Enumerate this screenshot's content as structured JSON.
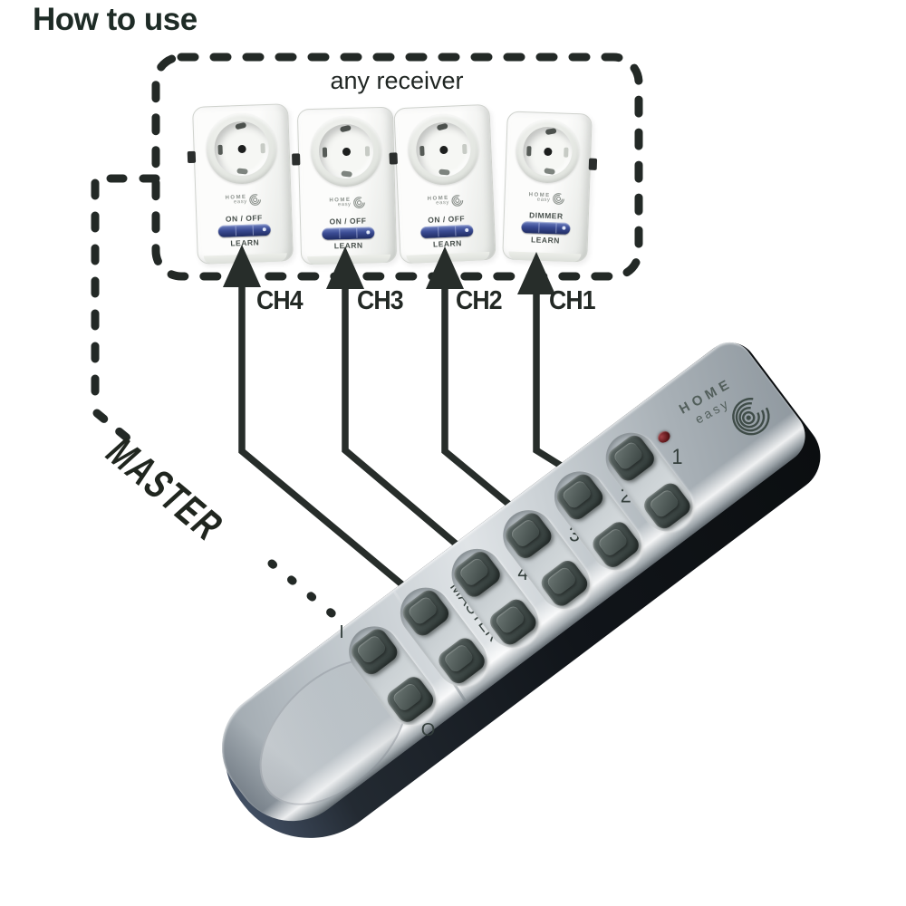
{
  "title": "How to use",
  "brand": {
    "line1": "HOME",
    "line2": "easy"
  },
  "receiver_box": {
    "label": "any receiver"
  },
  "receivers": [
    {
      "id": "ch4",
      "power_label": "ON / OFF",
      "learn_label": "LEARN"
    },
    {
      "id": "ch3",
      "power_label": "ON / OFF",
      "learn_label": "LEARN"
    },
    {
      "id": "ch2",
      "power_label": "ON / OFF",
      "learn_label": "LEARN"
    },
    {
      "id": "ch1",
      "power_label": "DIMMER",
      "learn_label": "LEARN"
    }
  ],
  "channels": [
    {
      "label": "CH4"
    },
    {
      "label": "CH3"
    },
    {
      "label": "CH2"
    },
    {
      "label": "CH1"
    }
  ],
  "master_link": {
    "label": "MASTER"
  },
  "remote": {
    "rows": [
      {
        "label": "1"
      },
      {
        "label": "2"
      },
      {
        "label": "3"
      },
      {
        "label": "4"
      },
      {
        "label": "MASTER"
      }
    ],
    "io": {
      "on_label": "I",
      "off_label": "O"
    }
  },
  "colors": {
    "ink": "#232926",
    "remote_silver": "#c9cfd3",
    "button_dark": "#3c4644",
    "slider_blue": "#3b4c94",
    "led_red": "#6b1d20"
  }
}
